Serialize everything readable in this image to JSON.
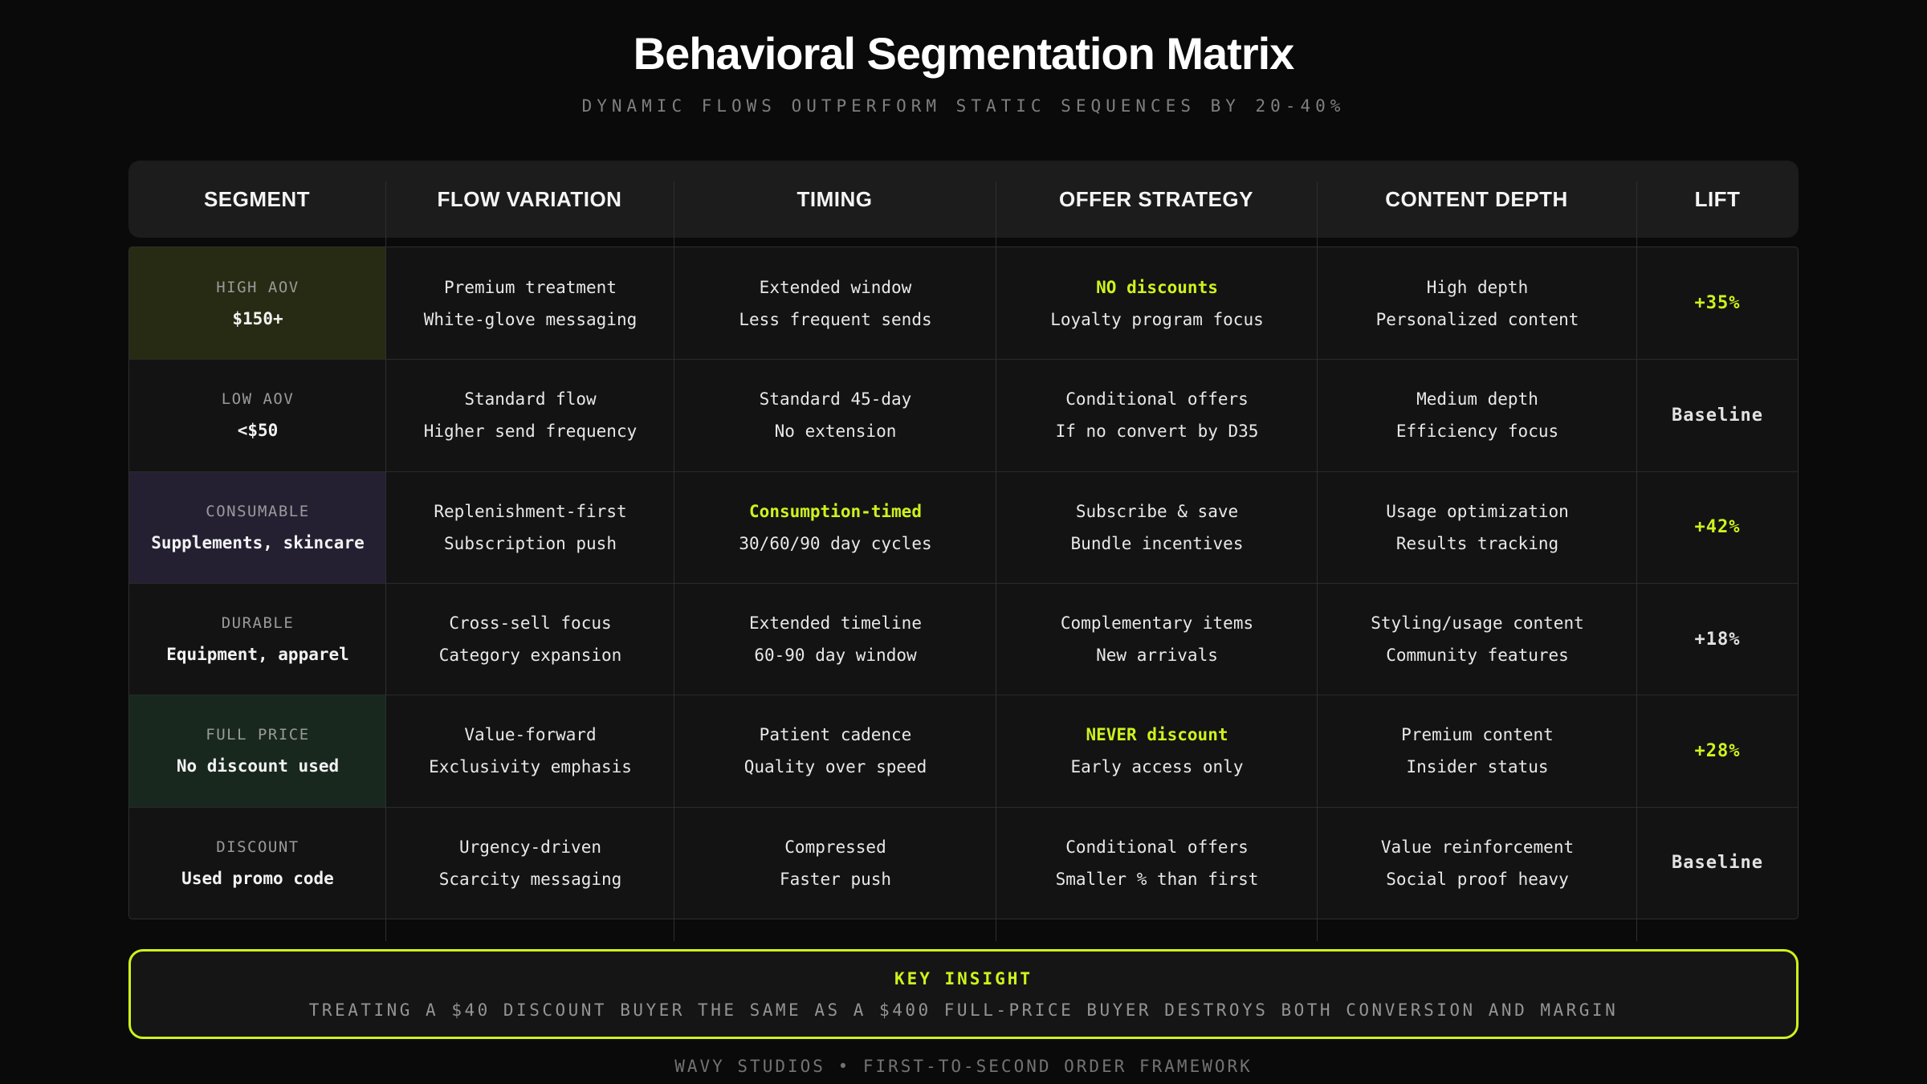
{
  "title": "Behavioral Segmentation Matrix",
  "subtitle": "DYNAMIC FLOWS OUTPERFORM STATIC SEQUENCES BY 20-40%",
  "colors": {
    "accent": "#cdf31d",
    "olive_bg": "#272b13",
    "purple_bg": "#242032",
    "green_bg": "#18281e"
  },
  "table": {
    "columns": [
      "SEGMENT",
      "FLOW VARIATION",
      "TIMING",
      "OFFER STRATEGY",
      "CONTENT DEPTH",
      "LIFT"
    ],
    "rows": [
      {
        "segment": {
          "label": "HIGH AOV",
          "detail": "$150+",
          "theme": "olive"
        },
        "cells": [
          {
            "lines": [
              "Premium treatment",
              "White-glove messaging"
            ]
          },
          {
            "lines": [
              "Extended window",
              "Less frequent sends"
            ]
          },
          {
            "lines": [
              "NO discounts",
              "Loyalty program focus"
            ],
            "hl": 0
          },
          {
            "lines": [
              "High depth",
              "Personalized content"
            ]
          }
        ],
        "lift": {
          "text": "+35%",
          "hl": true
        }
      },
      {
        "segment": {
          "label": "LOW AOV",
          "detail": "<$50",
          "theme": "none"
        },
        "cells": [
          {
            "lines": [
              "Standard flow",
              "Higher send frequency"
            ]
          },
          {
            "lines": [
              "Standard 45-day",
              "No extension"
            ]
          },
          {
            "lines": [
              "Conditional offers",
              "If no convert by D35"
            ]
          },
          {
            "lines": [
              "Medium depth",
              "Efficiency focus"
            ]
          }
        ],
        "lift": {
          "text": "Baseline",
          "hl": false
        }
      },
      {
        "segment": {
          "label": "CONSUMABLE",
          "detail": "Supplements, skincare",
          "theme": "purple"
        },
        "cells": [
          {
            "lines": [
              "Replenishment-first",
              "Subscription push"
            ]
          },
          {
            "lines": [
              "Consumption-timed",
              "30/60/90 day cycles"
            ],
            "hl": 0
          },
          {
            "lines": [
              "Subscribe & save",
              "Bundle incentives"
            ]
          },
          {
            "lines": [
              "Usage optimization",
              "Results tracking"
            ]
          }
        ],
        "lift": {
          "text": "+42%",
          "hl": true
        }
      },
      {
        "segment": {
          "label": "DURABLE",
          "detail": "Equipment, apparel",
          "theme": "none"
        },
        "cells": [
          {
            "lines": [
              "Cross-sell focus",
              "Category expansion"
            ]
          },
          {
            "lines": [
              "Extended timeline",
              "60-90 day window"
            ]
          },
          {
            "lines": [
              "Complementary items",
              "New arrivals"
            ]
          },
          {
            "lines": [
              "Styling/usage content",
              "Community features"
            ]
          }
        ],
        "lift": {
          "text": "+18%",
          "hl": false
        }
      },
      {
        "segment": {
          "label": "FULL PRICE",
          "detail": "No discount used",
          "theme": "green"
        },
        "cells": [
          {
            "lines": [
              "Value-forward",
              "Exclusivity emphasis"
            ]
          },
          {
            "lines": [
              "Patient cadence",
              "Quality over speed"
            ]
          },
          {
            "lines": [
              "NEVER discount",
              "Early access only"
            ],
            "hl": 0
          },
          {
            "lines": [
              "Premium content",
              "Insider status"
            ]
          }
        ],
        "lift": {
          "text": "+28%",
          "hl": true
        }
      },
      {
        "segment": {
          "label": "DISCOUNT",
          "detail": "Used promo code",
          "theme": "none"
        },
        "cells": [
          {
            "lines": [
              "Urgency-driven",
              "Scarcity messaging"
            ]
          },
          {
            "lines": [
              "Compressed",
              "Faster push"
            ]
          },
          {
            "lines": [
              "Conditional offers",
              "Smaller % than first"
            ]
          },
          {
            "lines": [
              "Value reinforcement",
              "Social proof heavy"
            ]
          }
        ],
        "lift": {
          "text": "Baseline",
          "hl": false
        }
      }
    ]
  },
  "insight": {
    "label": "KEY INSIGHT",
    "text": "TREATING A $40 DISCOUNT BUYER THE SAME AS A $400 FULL-PRICE BUYER DESTROYS BOTH CONVERSION AND MARGIN"
  },
  "footer": "WAVY STUDIOS • FIRST-TO-SECOND ORDER FRAMEWORK"
}
